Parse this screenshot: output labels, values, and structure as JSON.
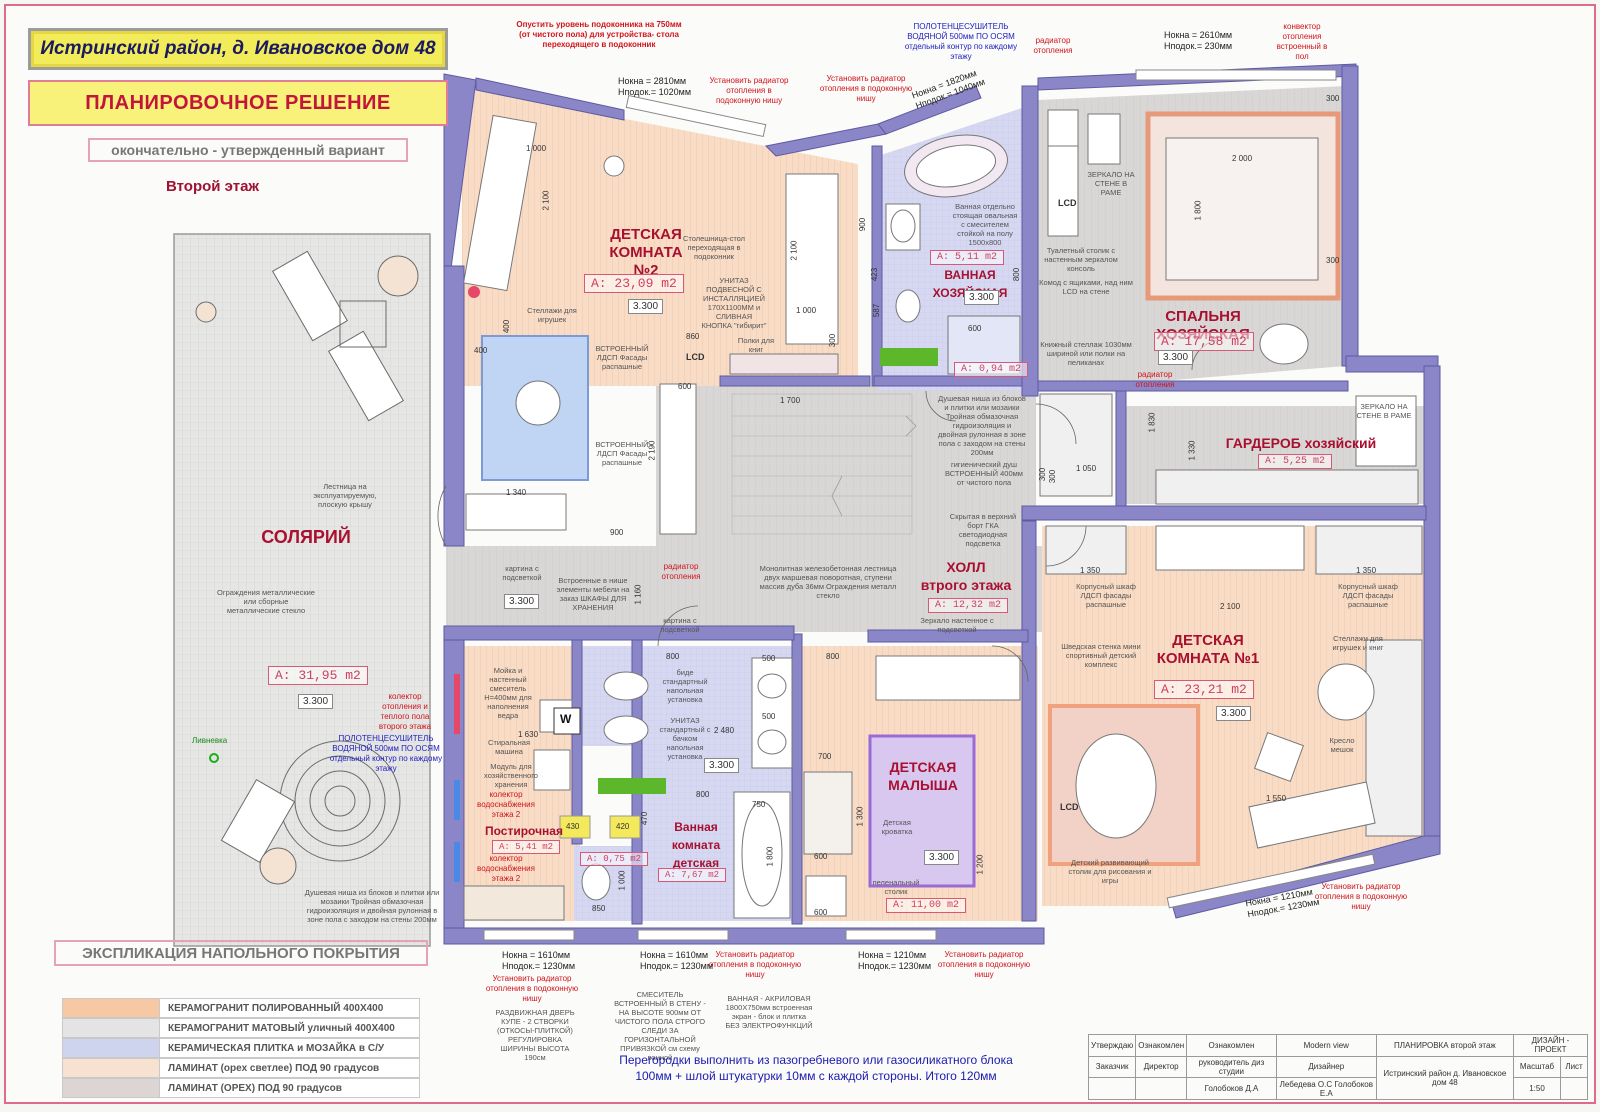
{
  "header": {
    "address": "Истринский район, д. Ивановское дом 48",
    "title": "ПЛАНИРОВОЧНОЕ РЕШЕНИЕ",
    "subtitle": "окончательно - утвержденный вариант",
    "floor": "Второй этаж"
  },
  "rooms": {
    "child2": {
      "name1": "ДЕТСКАЯ",
      "name2": "КОМНАТА №2",
      "area": "А: 23,09 m2",
      "height": "3.300"
    },
    "bath_master": {
      "name1": "ВАННАЯ",
      "name2": "ХОЗЯЙСКАЯ",
      "area": "А: 5,11 m2",
      "height": "3.300"
    },
    "shower": {
      "area": "А: 0,94 m2"
    },
    "bedroom": {
      "name": "СПАЛЬНЯ ХОЗЯЙСКАЯ",
      "area": "А: 17,58 m2",
      "height": "3.300"
    },
    "wardrobe": {
      "name": "ГАРДЕРОБ хозяйский",
      "area": "А: 5,25 m2"
    },
    "hall": {
      "name1": "ХОЛЛ",
      "name2": "втрого этажа",
      "area": "А: 12,32 m2"
    },
    "solarium": {
      "name": "СОЛЯРИЙ",
      "area": "А: 31,95 m2",
      "height": "3.300"
    },
    "laundry": {
      "name": "Постирочная",
      "area": "А: 5,41 m2"
    },
    "wc": {
      "area": "А: 0,75 m2"
    },
    "bath_child": {
      "name1": "Ванная",
      "name2": "комната",
      "name3": "детская",
      "area": "А: 7,67 m2",
      "height": "3.300"
    },
    "baby": {
      "name1": "ДЕТСКАЯ",
      "name2": "МАЛЫША",
      "area": "А: 11,00 m2",
      "height": "3.300"
    },
    "child1": {
      "name1": "ДЕТСКАЯ",
      "name2": "КОМНАТА №1",
      "area": "А: 23,21 m2",
      "height": "3.300"
    },
    "hall_height": "3.300"
  },
  "notes": {
    "sill_red": "Опустить уровень подоконника на 750мм (от чистого пола) для устройства- стола переходящего в подоконник",
    "towel_top": "ПОЛОТЕНЦЕСУШИТЕЛЬ ВОДЯНОЙ 500мм ПО ОСЯМ отдельный контур по каждому этажу",
    "radiator": "радиатор отопления",
    "radiator_niche": "Установить радиатор отопления в подоконную нишу",
    "convector": "конвектор отопления встроенный в пол",
    "bath_oval": "Ванная отдельно стоящая овальная с смесителем стойкой на полу 1500х800",
    "toilet_table": "Туалетный столик с настенным зеркалом консоль",
    "dresser": "Комод с ящиками, над ним LCD на стене",
    "bookshelf": "Книжный стеллаж 1030мм шириной или полки на пеликанах",
    "shower_niche": "Душевая ниша из блоков и плитки или мозаики Тройная обмазочная гидроизоляция и двойная рулонная в зоне пола с заходом на стены 200мм",
    "hyg_shower": "гигиенический душ ВСТРОЕННЫЙ 400мм от чистого пола",
    "hidden_light": "Скрытая в верхний борт ГКА светодиодная подсветка",
    "stair_note": "Монолитная железобетонная лестница двух маршевая поворотная, ступени массив дуба 36мм Ограждения металл стекло",
    "mirror_hall": "Зеркало настенное с подсветкой",
    "built_in": "Встроенные в нише элементы мебели на заказ ШКАФЫ ДЛЯ ХРАНЕНИЯ",
    "picture": "картина с подсветкой",
    "toy_shelves": "Стеллажи для игрушек",
    "ldsp": "ВСТРОЕННЫЙ ЛДСП Фасады распашные",
    "desk_sill": "Столешница-стол переходящая в подоконник",
    "wc_install": "УНИТАЗ ПОДВЕСНОЙ С ИНСТАЛЛЯЦИЕЙ 170Х1100ММ и СЛИВНАЯ КНОПКА \"гибирит\"",
    "book_shelves": "Полки для книг",
    "stair_roof": "Лестница на эксплуатируемую, плоскую крышу",
    "railing": "Ограждения металлические или сборные металлические стекло",
    "collector_heat": "колектор отопления и теплого пола второго этажа",
    "towel_laundry": "ПОЛОТЕНЦЕСУШИТЕЛЬ ВОДЯНОЙ 500мм ПО ОСЯМ отдельный контур по каждому этажу",
    "collector_water1": "колектор водоснабжения этажа 2",
    "collector_water2": "колектор водоснабжения этажа 2",
    "drain": "Ливневка",
    "shower_sol": "Душевая ниша из блоков и плитки или мозаики Тройная обмазочная гидроизоляция и двойная рулонная в зоне пола с заходом на стены 200мм",
    "sink_laundry": "Мойка и настенный смеситель Н=400мм для наполнения ведра",
    "washer": "Стиральная машина",
    "modules": "Модуль для хозяйственного хранения",
    "bidet": "биде стандартный напольная установка",
    "wc_std": "УНИТАЗ стандартный с бачком напольная установка",
    "corpus_wardrobe": "Корпусный шкаф ЛДСП фасады распашные",
    "sw_wall": "Шведская стенка мини спортивный детский комплекс",
    "toy_books": "Стеллажи для игрушек и книг",
    "chair_bag": "Кресло мешок",
    "kids_table": "Детский развивающий столик для рисования и игры",
    "crib": "Детская кроватка",
    "changing": "пеленальный столик",
    "mirror_frame": "ЗЕРКАЛО НА СТЕНЕ В РАМЕ",
    "mirror_wall": "ЗЕРКАЛО НА СТЕНЕ В РАМЕ",
    "sliding_door": "РАЗДВИЖНАЯ ДВЕРЬ КУПЕ - 2 СТВОРКИ (ОТКОСЫ-ПЛИТКОЙ) РЕГУЛИРОВКА ШИРИНЫ ВЫСОТА 190см",
    "mixer_note": "СМЕСИТЕЛЬ ВСТРОЕННЫЙ В СТЕНУ - НА ВЫСОТЕ 900мм ОТ ЧИСТОГО ПОЛА СТРОГО СЛЕДИ ЗА ГОРИЗОНТАЛЬНОЙ ПРИВЯЗКОЙ см схему ванной",
    "acryl_bath": "ВАННАЯ - АКРИЛОВАЯ 1800Х750мм встроенная экран - блок и плитка БЕЗ ЭЛЕКТРОФУНКЦИЙ",
    "lcd": "LCD",
    "w": "W"
  },
  "windows": {
    "w1": [
      "Нокна = 2810мм",
      "Нподок.= 1020мм"
    ],
    "w2": [
      "Нокна = 1820мм",
      "Нподок.= 1040мм"
    ],
    "w3": [
      "Нокна = 2610мм",
      "Нподок.= 230мм"
    ],
    "w4": [
      "Нокна = 1610мм",
      "Нподок.= 1230мм"
    ],
    "w5": [
      "Нокна = 1610мм",
      "Нподок.= 1230мм"
    ],
    "w6": [
      "Нокна = 1210мм",
      "Нподок.= 1230мм"
    ],
    "w7": [
      "Нокна = 1210мм",
      "Нподок.= 1230мм"
    ]
  },
  "dims": [
    "1 000",
    "2 100",
    "1 000",
    "2 100",
    "400",
    "400",
    "1 340",
    "2 190",
    "600",
    "900",
    "860",
    "1 700",
    "2 000",
    "1 800",
    "300",
    "300",
    "300",
    "1 050",
    "1 330",
    "1 830",
    "1 350",
    "1 350",
    "2 100",
    "1 550",
    "900",
    "587",
    "423",
    "800",
    "600",
    "800",
    "500",
    "500",
    "2 480",
    "1 630",
    "800",
    "750",
    "1 800",
    "470",
    "430",
    "420",
    "850",
    "1 000",
    "700",
    "1 300",
    "600",
    "600",
    "1 200",
    "1 160",
    "800",
    "300",
    "300"
  ],
  "legend": {
    "title": "ЭКСПЛИКАЦИЯ НАПОЛЬНОГО ПОКРЫТИЯ",
    "items": [
      {
        "label": "КЕРАМОГРАНИТ ПОЛИРОВАННЫЙ 400Х400",
        "color": "#f6c8a4"
      },
      {
        "label": "КЕРАМОГРАНИТ МАТОВЫЙ уличный 400Х400",
        "color": "#e4e4e4"
      },
      {
        "label": "КЕРАМИЧЕСКАЯ ПЛИТКА и МОЗАЙКА в С/У",
        "color": "#cfd4ee"
      },
      {
        "label": "ЛАМИНАТ (орех светлее) ПОД 90 градусов",
        "color": "#f7e2d2"
      },
      {
        "label": "ЛАМИНАТ (ОРЕХ) ПОД 90 градусов",
        "color": "#ddd4d4"
      }
    ]
  },
  "footer_note": [
    "Перегородки выполнить из пазогребневого или газосиликатного блока",
    "100мм + шлой штукатурки 10мм с каждой стороны. Итого 120мм"
  ],
  "stamp": {
    "r1": [
      "Утверждаю",
      "Ознакомлен",
      "Ознакомлен",
      "Modern view",
      "ПЛАНИРОВКА второй этаж",
      "ДИЗАЙН - ПРОЕКТ"
    ],
    "r2": [
      "Заказчик",
      "Директор",
      "руководитель диз студии",
      "Дизайнер",
      "Истринский район д. Ивановское дом 48",
      "Масштаб",
      "Лист"
    ],
    "r3": [
      "",
      "",
      "Голобоков Д.А",
      "Лебедева О.С Голобоков Е.А",
      "",
      "1:50",
      ""
    ]
  },
  "colors": {
    "wall": "#8a86c8",
    "wall_dark": "#6e6aa8",
    "room_name": "#a81030",
    "area": "#d04060"
  }
}
